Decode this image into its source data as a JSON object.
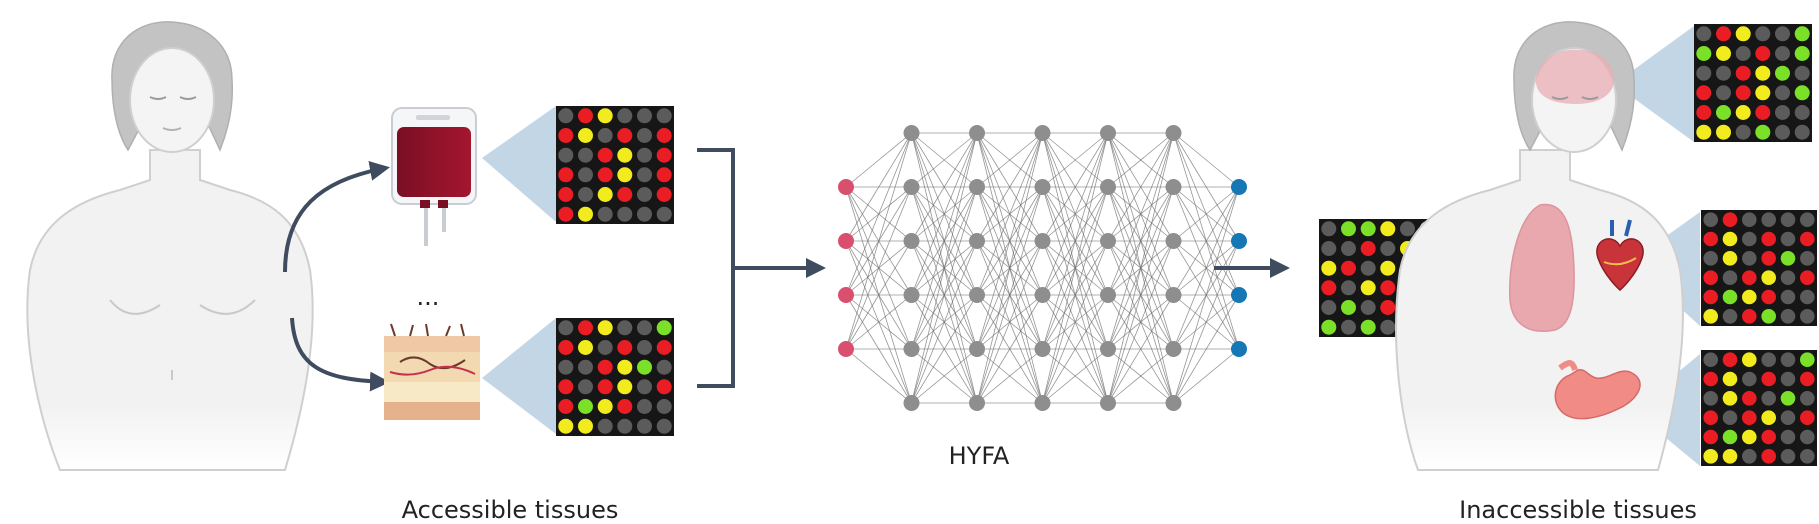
{
  "labels": {
    "model": "HYFA",
    "accessible": "Accessible tissues",
    "inaccessible": "Inaccessible tissues",
    "ellipsis": "..."
  },
  "colors": {
    "red": "#ea1d24",
    "yellow": "#f2ec1e",
    "green": "#7be028",
    "gray": "#5b5b5b",
    "matrix_bg": "#161616",
    "input_node": "#d9506e",
    "hidden_node": "#8e8e8e",
    "output_node": "#1577b4",
    "arrow": "#3f4b5e",
    "cone": "#b8cfe2"
  },
  "network": {
    "layers": [
      4,
      6,
      6,
      6,
      6,
      6,
      4
    ],
    "node_roles": [
      "input",
      "hidden",
      "hidden",
      "hidden",
      "hidden",
      "hidden",
      "output"
    ]
  },
  "matrices": {
    "blood": [
      "GRYGGG",
      "RYGRGR",
      "GGRYGR",
      "RGRYGR",
      "RGYRGR",
      "RYGGGG"
    ],
    "skin": [
      "GRYGGL",
      "RYGRGR",
      "GGRYLG",
      "RGRYGR",
      "RLYRGG",
      "YYGGGG"
    ],
    "pred": [
      "GLLYGY",
      "GGRGYR",
      "YRGYRG",
      "RGYRGG",
      "GLGRGR",
      "LGLGRY"
    ],
    "brain": [
      "GRYGGL",
      "LYGRGL",
      "GGRYLG",
      "RGRYGL",
      "RLYRGG",
      "YYGLGG"
    ],
    "heart": [
      "GRGGGG",
      "RYGRGR",
      "GYGRLG",
      "RGRYGR",
      "RLYRGG",
      "YGRLGG"
    ],
    "stomach": [
      "GRYGGL",
      "RYGRGR",
      "GYRGLG",
      "RGRYGR",
      "RLYRGG",
      "YYGRGG"
    ]
  }
}
